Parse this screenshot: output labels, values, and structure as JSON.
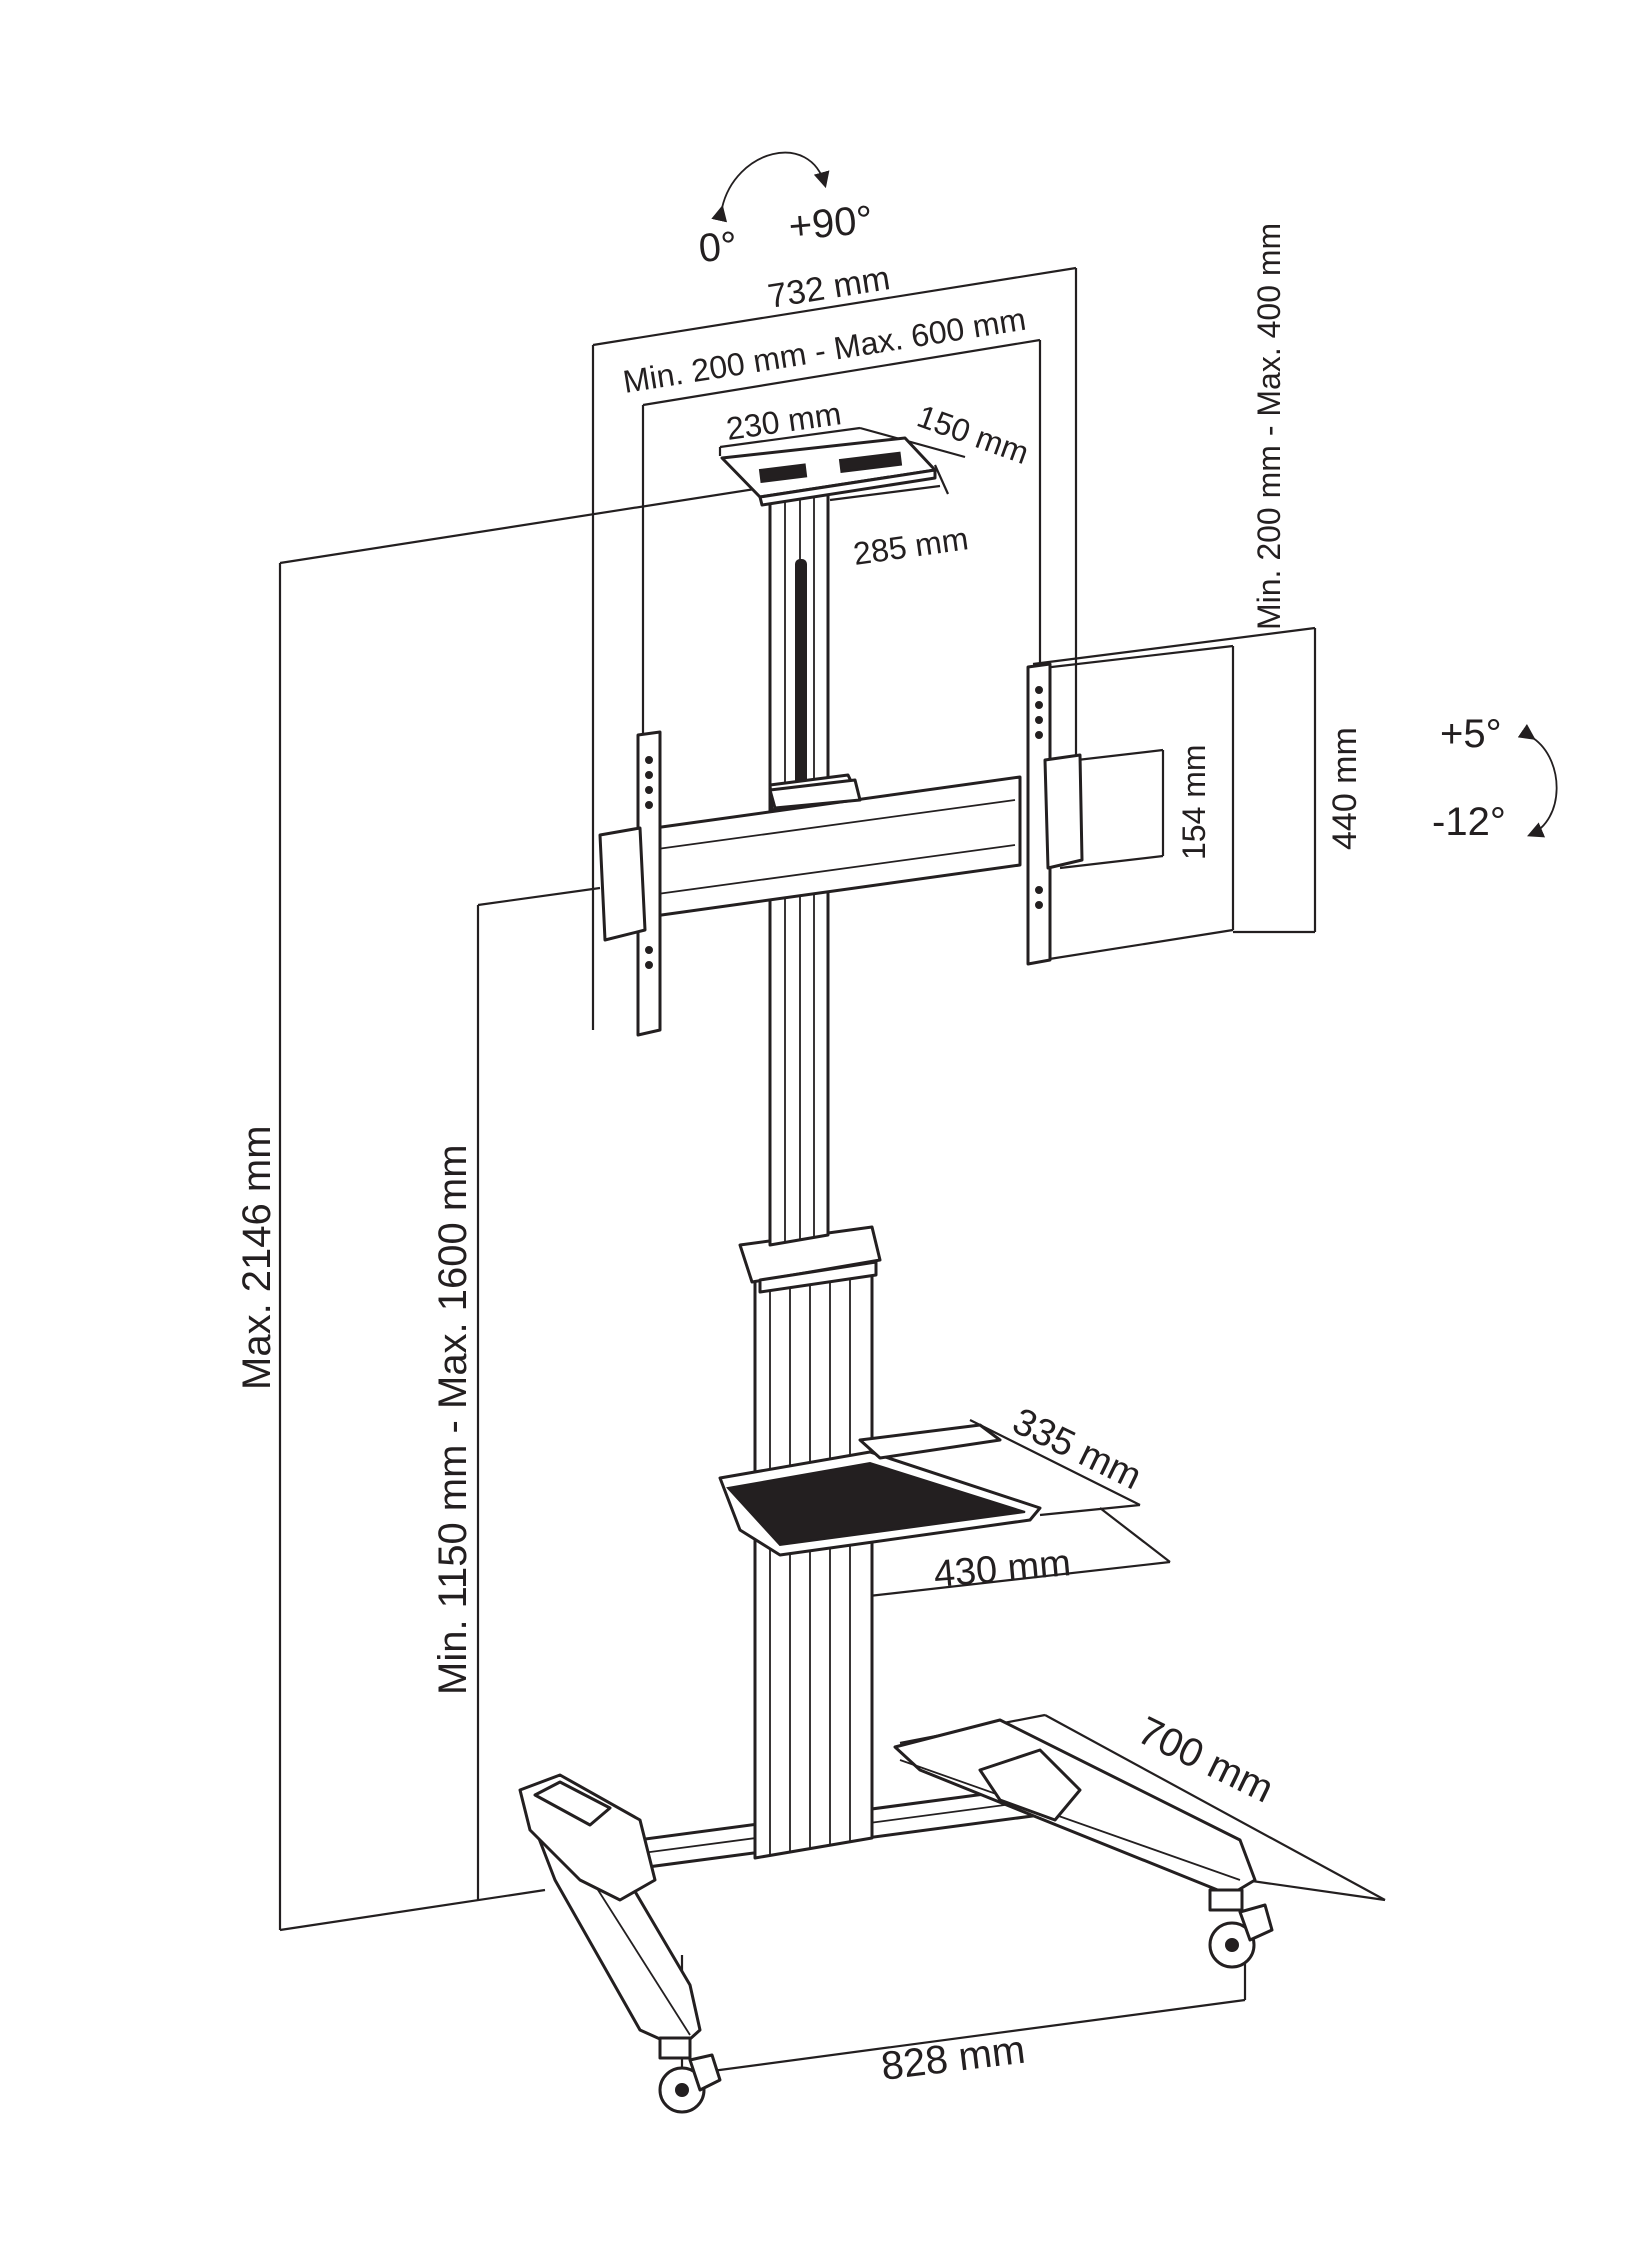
{
  "rotation": {
    "start_label": "0°",
    "end_label": "+90°"
  },
  "tilt": {
    "up_label": "+5°",
    "down_label": "-12°"
  },
  "dimensions": {
    "mount_width": "732 mm",
    "vesa_horizontal": "Min. 200 mm - Max. 600 mm",
    "vesa_vertical": "Min. 200 mm - Max. 400 mm",
    "top_shelf_width": "230 mm",
    "top_shelf_depth": "150 mm",
    "top_shelf_length": "285 mm",
    "bracket_height": "440 mm",
    "crossbar_height": "154 mm",
    "max_height": "Max. 2146 mm",
    "mount_height_range": "Min. 1150 mm - Max. 1600 mm",
    "av_shelf_depth": "335 mm",
    "av_shelf_width": "430 mm",
    "base_depth": "700 mm",
    "base_width": "828 mm"
  }
}
